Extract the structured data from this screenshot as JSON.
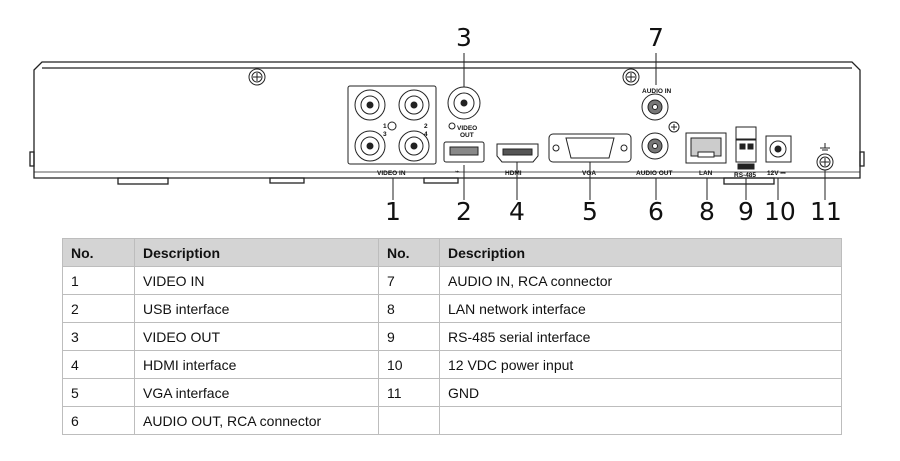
{
  "callouts": [
    "1",
    "2",
    "3",
    "4",
    "5",
    "6",
    "7",
    "8",
    "9",
    "10",
    "11"
  ],
  "panel_labels": {
    "video_in": "VIDEO IN",
    "video_out_1": "VIDEO",
    "video_out_2": "OUT",
    "hdmi": "HDMI",
    "vga": "VGA",
    "audio_out": "AUDIO OUT",
    "audio_in": "AUDIO IN",
    "lan": "LAN",
    "rs485": "RS-485",
    "power": "12V ⎓",
    "ch1": "1",
    "ch2": "2",
    "ch3": "3",
    "ch4": "4"
  },
  "table": {
    "headers": [
      "No.",
      "Description",
      "No.",
      "Description"
    ],
    "rows": [
      [
        "1",
        "VIDEO IN",
        "7",
        "AUDIO IN, RCA connector"
      ],
      [
        "2",
        "USB interface",
        "8",
        "LAN network interface"
      ],
      [
        "3",
        "VIDEO OUT",
        "9",
        "RS-485 serial interface"
      ],
      [
        "4",
        "HDMI interface",
        "10",
        "12 VDC power input"
      ],
      [
        "5",
        "VGA interface",
        "11",
        "GND"
      ],
      [
        "6",
        "AUDIO OUT, RCA connector",
        "",
        ""
      ]
    ]
  }
}
